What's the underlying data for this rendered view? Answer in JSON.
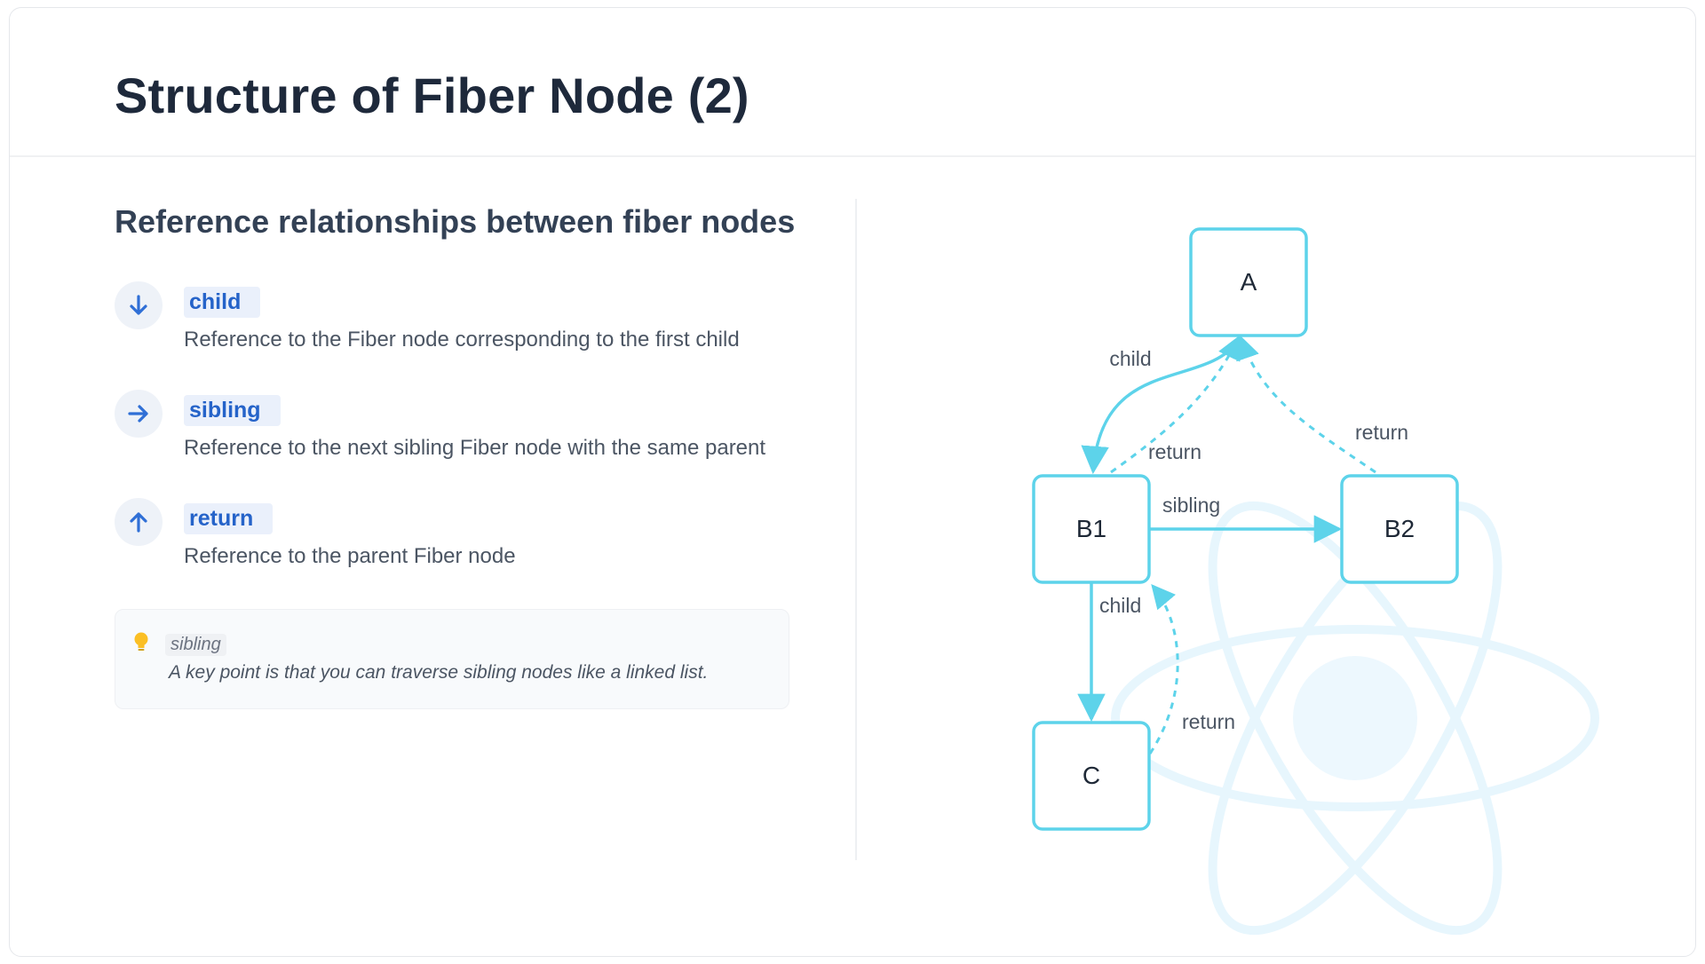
{
  "title": "Structure of Fiber Node (2)",
  "section_title": "Reference relationships between fiber nodes",
  "references": [
    {
      "icon": "arrow-down-icon",
      "name": "child",
      "description": "Reference to the Fiber node corresponding to the first child"
    },
    {
      "icon": "arrow-right-icon",
      "name": "sibling",
      "description": "Reference to the next sibling Fiber node with the same parent"
    },
    {
      "icon": "arrow-up-icon",
      "name": "return",
      "description": "Reference to the parent Fiber node"
    }
  ],
  "note": {
    "icon": "lightbulb-icon",
    "tag": "sibling",
    "text": "A key point is that you can traverse sibling nodes like a linked list."
  },
  "colors": {
    "accent": "#2563c9",
    "diagram_stroke": "#5dd3ea",
    "watermark": "#e7f6fd"
  },
  "diagram": {
    "nodes": {
      "a": "A",
      "b1": "B1",
      "b2": "B2",
      "c": "C"
    },
    "edges": {
      "a_b1_child": "child",
      "b1_a_return": "return",
      "b2_a_return": "return",
      "b1_b2_sibling": "sibling",
      "b1_c_child": "child",
      "c_b1_return": "return"
    }
  }
}
